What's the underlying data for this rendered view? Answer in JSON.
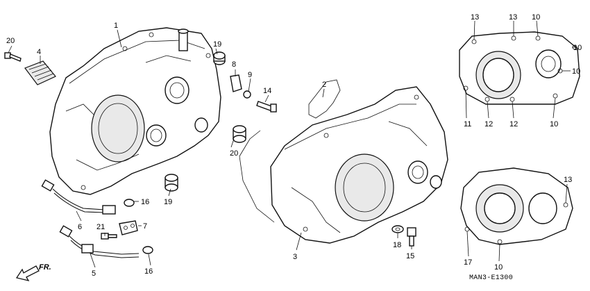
{
  "diagram": {
    "code": "MAN3-E1300",
    "direction_label": "FR.",
    "callouts": [
      {
        "id": "c1",
        "text": "1"
      },
      {
        "id": "c2",
        "text": "2"
      },
      {
        "id": "c3",
        "text": "3"
      },
      {
        "id": "c4",
        "text": "4"
      },
      {
        "id": "c5",
        "text": "5"
      },
      {
        "id": "c6",
        "text": "6"
      },
      {
        "id": "c7",
        "text": "7"
      },
      {
        "id": "c8",
        "text": "8"
      },
      {
        "id": "c9",
        "text": "9"
      },
      {
        "id": "c14",
        "text": "14"
      },
      {
        "id": "c15",
        "text": "15"
      },
      {
        "id": "c16a",
        "text": "16"
      },
      {
        "id": "c16b",
        "text": "16"
      },
      {
        "id": "c18",
        "text": "18"
      },
      {
        "id": "c19a",
        "text": "19"
      },
      {
        "id": "c19b",
        "text": "19"
      },
      {
        "id": "c20a",
        "text": "20"
      },
      {
        "id": "c20b",
        "text": "20"
      },
      {
        "id": "c21",
        "text": "21"
      },
      {
        "id": "r13a",
        "text": "13"
      },
      {
        "id": "r13b",
        "text": "13"
      },
      {
        "id": "r10a",
        "text": "10"
      },
      {
        "id": "r10b",
        "text": "10"
      },
      {
        "id": "r10c",
        "text": "10"
      },
      {
        "id": "r10d",
        "text": "10"
      },
      {
        "id": "r11",
        "text": "11"
      },
      {
        "id": "r12a",
        "text": "12"
      },
      {
        "id": "r12b",
        "text": "12"
      },
      {
        "id": "r13c",
        "text": "13"
      },
      {
        "id": "r17",
        "text": "17"
      },
      {
        "id": "r10e",
        "text": "10"
      }
    ]
  }
}
